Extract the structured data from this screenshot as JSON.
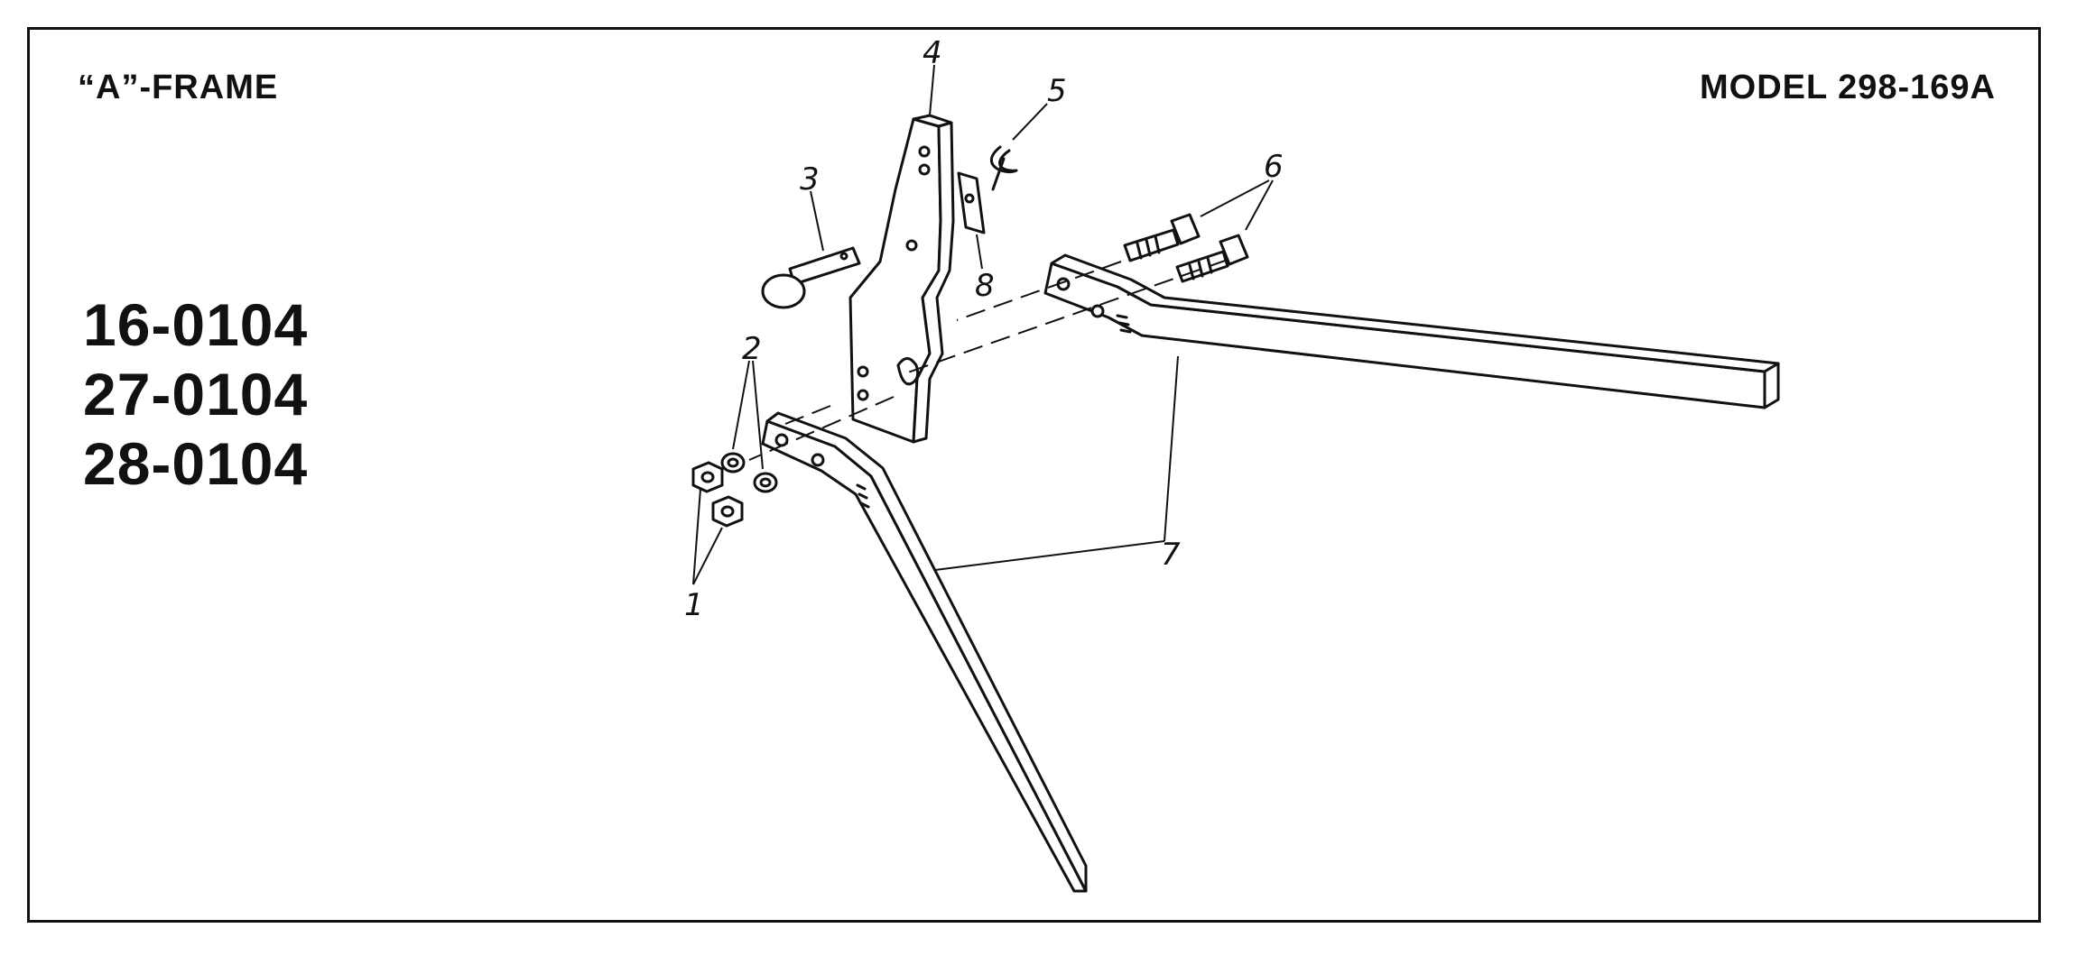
{
  "header": {
    "title": "“A”-FRAME",
    "model": "MODEL 298-169A"
  },
  "part_numbers": [
    "16-0104",
    "27-0104",
    "28-0104"
  ],
  "callouts": {
    "c1": "1",
    "c2": "2",
    "c3": "3",
    "c4": "4",
    "c5": "5",
    "c6": "6",
    "c7": "7",
    "c8": "8"
  },
  "colors": {
    "ink": "#111111",
    "background": "#ffffff"
  }
}
